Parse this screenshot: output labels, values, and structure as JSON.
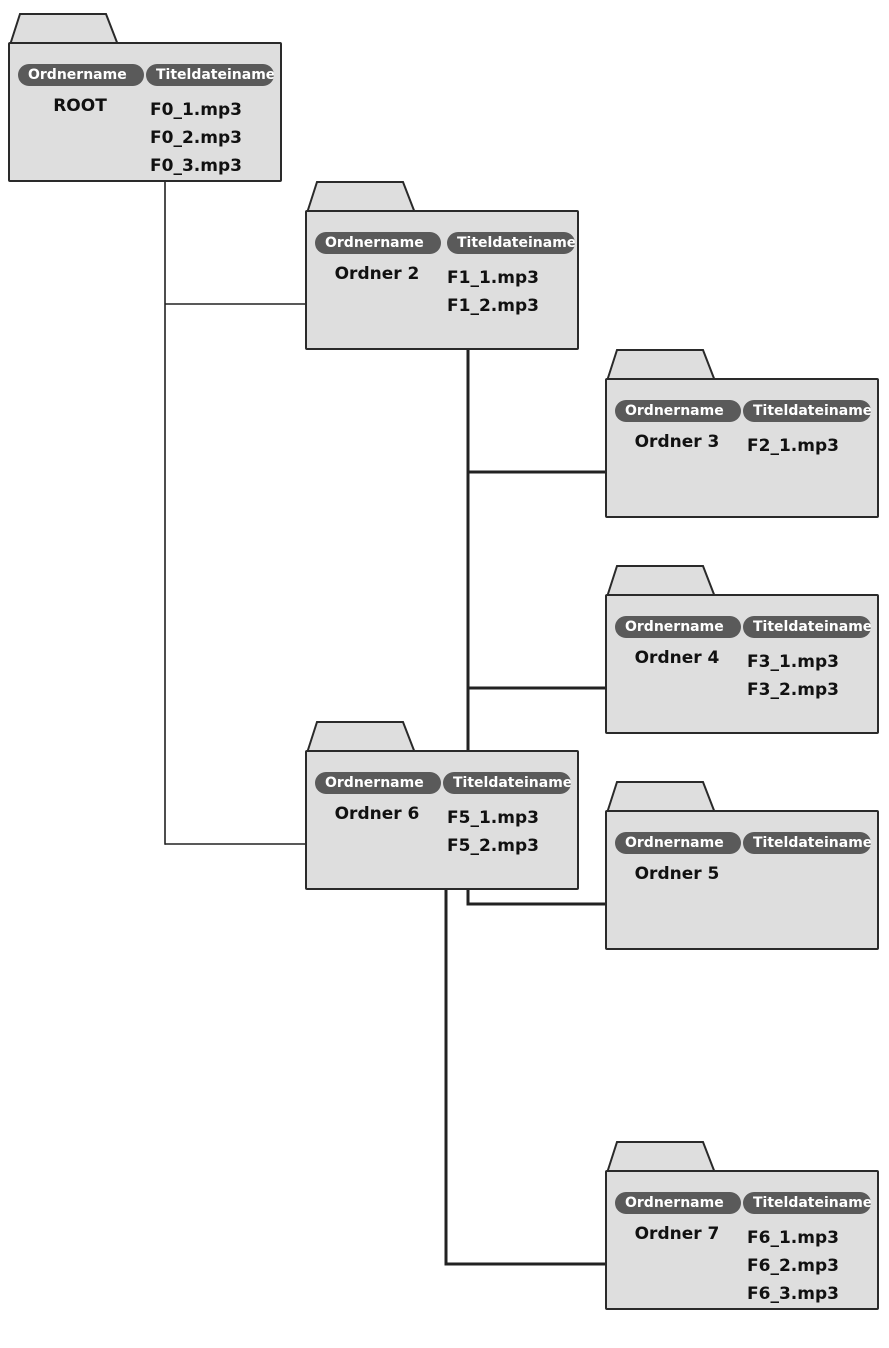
{
  "labels": {
    "folder_header": "Ordnername",
    "title_header": "Titeldateiname"
  },
  "folders": [
    {
      "id": "root",
      "name": "ROOT",
      "files": [
        "F0_1.mp3",
        "F0_2.mp3",
        "F0_3.mp3"
      ],
      "overlap": true
    },
    {
      "id": "ordner-2",
      "name": "Ordner 2",
      "files": [
        "F1_1.mp3",
        "F1_2.mp3"
      ],
      "overlap": false
    },
    {
      "id": "ordner-3",
      "name": "Ordner 3",
      "files": [
        "F2_1.mp3"
      ],
      "overlap": true
    },
    {
      "id": "ordner-4",
      "name": "Ordner 4",
      "files": [
        "F3_1.mp3",
        "F3_2.mp3"
      ],
      "overlap": true
    },
    {
      "id": "ordner-5",
      "name": "Ordner 5",
      "files": [],
      "overlap": true
    },
    {
      "id": "ordner-6",
      "name": "Ordner 6",
      "files": [
        "F5_1.mp3",
        "F5_2.mp3"
      ],
      "overlap": true
    },
    {
      "id": "ordner-7",
      "name": "Ordner 7",
      "files": [
        "F6_1.mp3",
        "F6_2.mp3",
        "F6_3.mp3"
      ],
      "overlap": true
    }
  ],
  "connections": [
    {
      "from": "root",
      "to": "ordner-2"
    },
    {
      "from": "root",
      "to": "ordner-6"
    },
    {
      "from": "ordner-2",
      "to": "ordner-3"
    },
    {
      "from": "ordner-2",
      "to": "ordner-4"
    },
    {
      "from": "ordner-2",
      "to": "ordner-5"
    },
    {
      "from": "ordner-6",
      "to": "ordner-7"
    }
  ],
  "colors": {
    "folder_fill": "#dedede",
    "folder_stroke": "#2a2a2a",
    "pill_fill": "#5a5a5a",
    "pill_text": "#ffffff",
    "line": "#222222"
  }
}
